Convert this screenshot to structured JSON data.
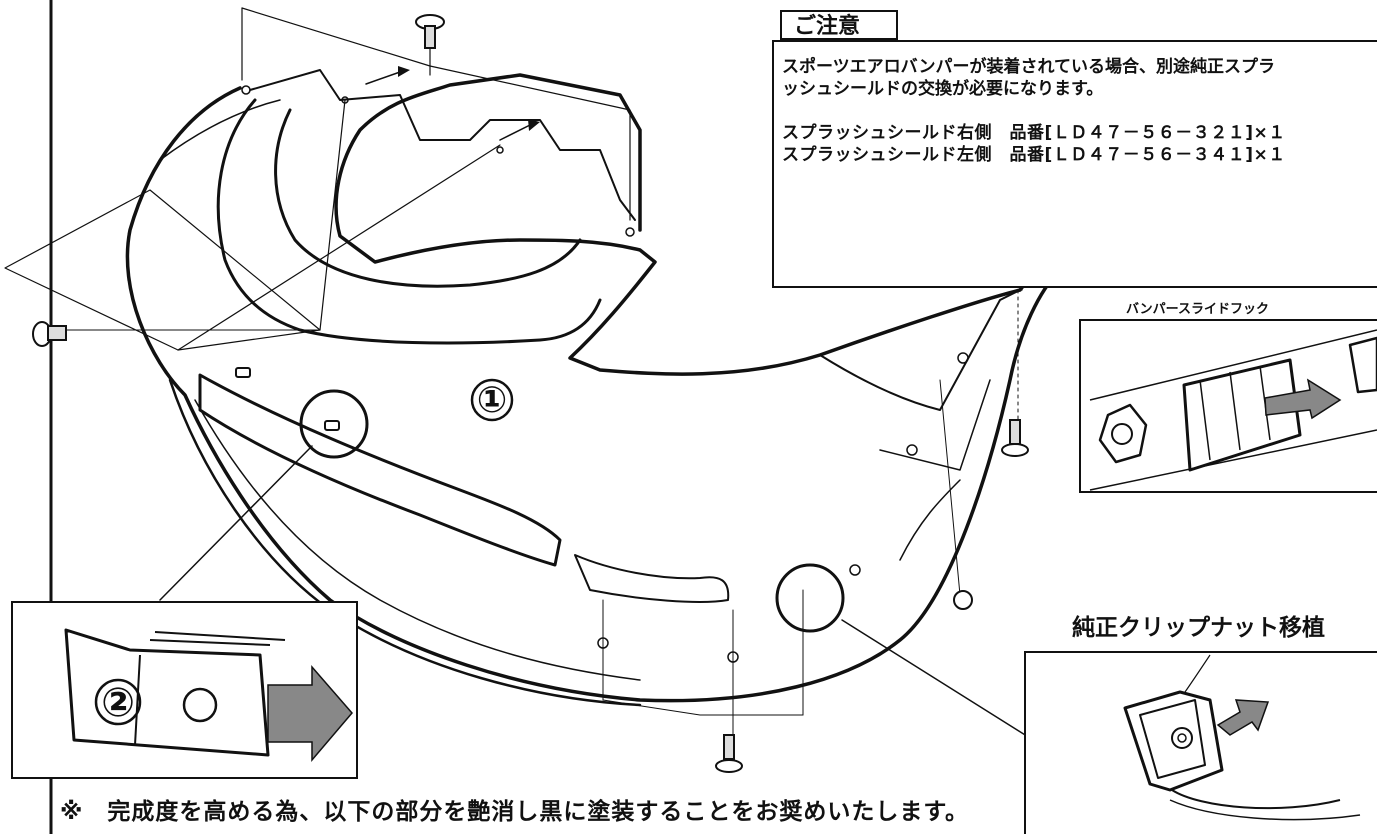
{
  "notice": {
    "title": "ご注意",
    "body": "スポーツエアロバンパーが装着されている場合、別途純正スプラッシュシールドの交換が必要になります。",
    "line1": "スポーツエアロバンパーが装着されている場合、別途純正スプラ",
    "line2": "ッシュシールドの交換が必要になります。",
    "parts": [
      "スプラッシュシールド右側　品番[ＬＤ４７－５６－３２１]×１",
      "スプラッシュシールド左側　品番[ＬＤ４７－５６－３４１]×１"
    ]
  },
  "callouts": {
    "bumper": "①",
    "insert": "②"
  },
  "insets": {
    "slide_hook_label": "バンパースライドフック",
    "clip_nut_title": "純正クリップナット移植"
  },
  "footnote": "※　完成度を高める為、以下の部分を艶消し黒に塗装することをお奨めいたします。"
}
